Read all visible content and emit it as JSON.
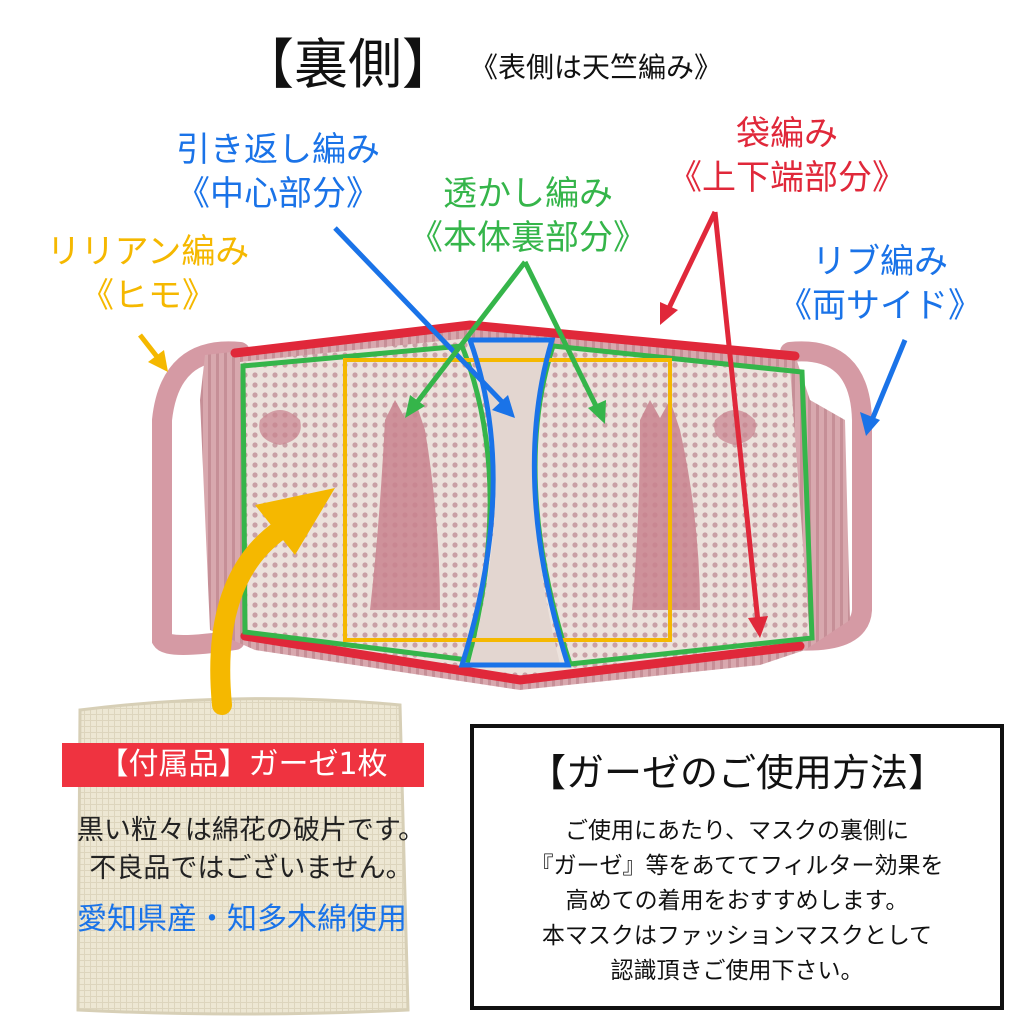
{
  "title": "【裏側】",
  "subtitle": "《表側は天竺編み》",
  "labels": {
    "hikikaeshi": {
      "line1": "引き返し編み",
      "line2": "《中心部分》"
    },
    "sukashi": {
      "line1": "透かし編み",
      "line2": "《本体裏部分》"
    },
    "fukuro": {
      "line1": "袋編み",
      "line2": "《上下端部分》"
    },
    "ririan": {
      "line1": "リリアン編み",
      "line2": "《ヒモ》"
    },
    "ribu": {
      "line1": "リブ編み",
      "line2": "《両サイド》"
    }
  },
  "gauze": {
    "badge": "【付属品】ガーゼ1枚",
    "note_line1": "黒い粒々は綿花の破片です。",
    "note_line2": "不良品ではございません。",
    "origin": "愛知県産・知多木綿使用"
  },
  "usage": {
    "title": "【ガーゼのご使用方法】",
    "line1": "ご使用にあたり、マスクの裏側に",
    "line2": "『ガーゼ』等をあててフィルター効果を",
    "line3": "高めての着用をおすすめします。",
    "line4": "本マスクはファッションマスクとして",
    "line5": "認識頂きご使用下さい。"
  },
  "colors": {
    "blue": "#1a73e8",
    "green": "#35b54a",
    "red": "#e0283a",
    "yellow": "#f5b800",
    "mask_pink": "#d9a1ab",
    "mask_light": "#eadfd9",
    "gauze_cream": "#ece6d2"
  }
}
